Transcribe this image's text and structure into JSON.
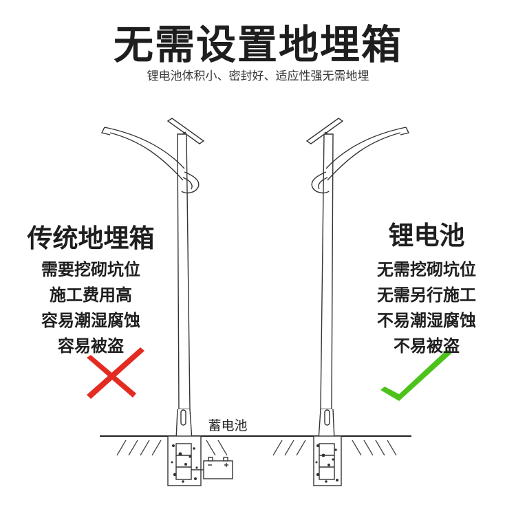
{
  "header": {
    "title": "无需设置地埋箱",
    "subtitle": "锂电池体积小、密封好、适应性强无需地埋"
  },
  "left_panel": {
    "title": "传统地埋箱",
    "items": [
      "需要挖砌坑位",
      "施工费用高",
      "容易潮湿腐蚀",
      "容易被盗"
    ],
    "mark_icon": "cross-mark-icon",
    "mark_color": "#e32b22"
  },
  "right_panel": {
    "title": "锂电池",
    "items": [
      "无需挖砌坑位",
      "无需另行施工",
      "不易潮湿腐蚀",
      "不易被盗"
    ],
    "mark_icon": "check-mark-icon",
    "mark_color": "#4cc21a"
  },
  "battery": {
    "label": "蓄电池"
  }
}
